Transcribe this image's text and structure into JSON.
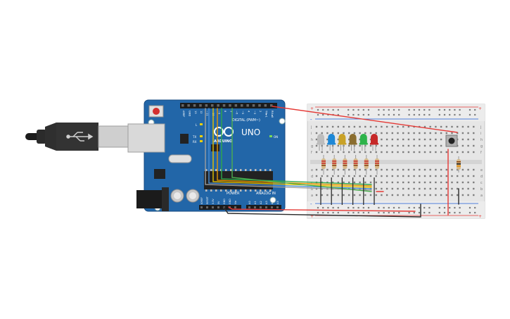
{
  "board": {
    "brand": "UNO",
    "wordmark": "ARDUINO",
    "digital_label": "DIGITAL (PWM~)",
    "power_label": "POWER",
    "analog_label": "ANALOG IN",
    "on_label": "ON",
    "tx_label": "TX",
    "rx_label": "RX",
    "l_label": "L",
    "top_pins": [
      "AREF",
      "GND",
      "13",
      "12",
      "~11",
      "~10",
      "~9",
      "8",
      "7",
      "~6",
      "~5",
      "4",
      "~3",
      "2",
      "TX►1",
      "RX◄0"
    ],
    "power_pins": [
      "IOREF",
      "RESET",
      "3.3V",
      "5V",
      "GND",
      "GND",
      "Vin"
    ],
    "analog_pins": [
      "A0",
      "A1",
      "A2",
      "A3",
      "A4",
      "A5"
    ]
  },
  "breadboard": {
    "row_letters_top": [
      "j",
      "i",
      "h",
      "g",
      "f"
    ],
    "row_letters_bottom": [
      "e",
      "d",
      "c",
      "b",
      "a"
    ],
    "rail_plus": "+",
    "rail_minus": "-"
  },
  "leds": {
    "colors": [
      "#bdbdbd",
      "#1e88d6",
      "#c9a227",
      "#8a6d2f",
      "#2db34a",
      "#c62828"
    ]
  },
  "colors": {
    "board": "#2266a8",
    "red_wire": "#e53935",
    "black_wire": "#2b2b2b"
  }
}
